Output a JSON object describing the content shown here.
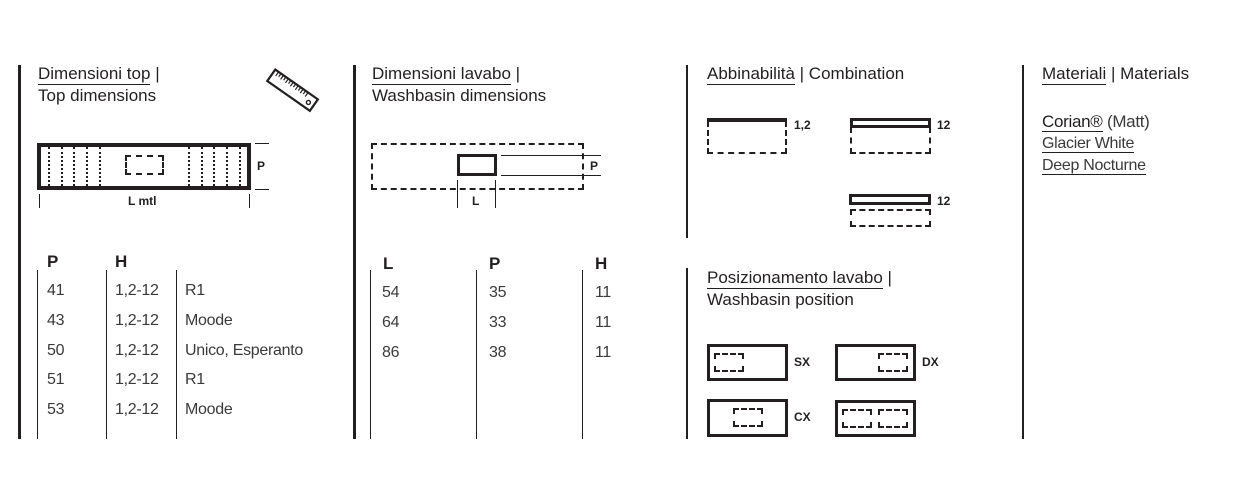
{
  "top_dimensions": {
    "title_it": "Dimensioni top",
    "separator": "|",
    "title_en": "Top dimensions",
    "icon": "ruler-icon",
    "diagram": {
      "width_label": "L mtl",
      "depth_label": "P"
    },
    "columns": [
      "P",
      "H",
      ""
    ],
    "rows": [
      {
        "p": "41",
        "h": "1,2-12",
        "model": "R1"
      },
      {
        "p": "43",
        "h": "1,2-12",
        "model": "Moode"
      },
      {
        "p": "50",
        "h": "1,2-12",
        "model": "Unico, Esperanto"
      },
      {
        "p": "51",
        "h": "1,2-12",
        "model": "R1"
      },
      {
        "p": "53",
        "h": "1,2-12",
        "model": "Moode"
      }
    ]
  },
  "washbasin_dimensions": {
    "title_it": "Dimensioni lavabo",
    "separator": "|",
    "title_en": "Washbasin dimensions",
    "diagram": {
      "width_label": "L",
      "depth_label": "P"
    },
    "columns": [
      "L",
      "P",
      "H"
    ],
    "rows": [
      {
        "l": "54",
        "p": "35",
        "h": "11"
      },
      {
        "l": "64",
        "p": "33",
        "h": "11"
      },
      {
        "l": "86",
        "p": "38",
        "h": "11"
      }
    ]
  },
  "combination": {
    "title_it": "Abbinabilità",
    "separator": "|",
    "title_en": "Combination",
    "items": [
      {
        "label": "1,2"
      },
      {
        "label": "12"
      },
      {
        "label": "12"
      }
    ]
  },
  "washbasin_position": {
    "title_it": "Posizionamento lavabo",
    "separator": "|",
    "title_en": "Washbasin position",
    "items": [
      {
        "label": "SX"
      },
      {
        "label": "DX"
      },
      {
        "label": "CX"
      },
      {
        "label": ""
      }
    ]
  },
  "materials": {
    "title_it": "Materiali",
    "separator": "|",
    "title_en": "Materials",
    "brand": "Corian®",
    "finish": "(Matt)",
    "colors": [
      "Glacier White",
      "Deep Nocturne"
    ]
  }
}
